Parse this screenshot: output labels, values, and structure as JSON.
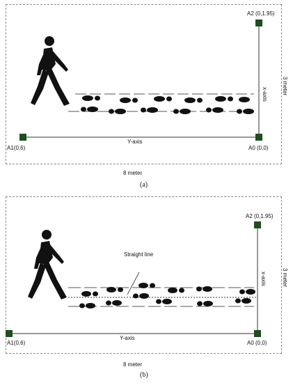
{
  "panels": [
    {
      "caption": "(a)",
      "a0_label": "A0 (0,0)",
      "a1_label": "A1(0,6)",
      "a2_label": "A2 (0,1.95)",
      "y_axis_label": "Y-axis",
      "x_axis_label": "x-axis",
      "width_label": "8 meter",
      "height_label": "3 meter"
    },
    {
      "caption": "(b)",
      "a0_label": "A0 (0,0)",
      "a1_label": "A1(0,6)",
      "a2_label": "A2 (0,1.95)",
      "y_axis_label": "Y-axis",
      "x_axis_label": "x-axis",
      "width_label": "8 meter",
      "height_label": "3 meter",
      "straight_line_label": "Straight line"
    }
  ],
  "colors": {
    "anchor": "#1e4d1e",
    "lines": "#333333",
    "footprint": "#111111",
    "border": "#888888"
  }
}
